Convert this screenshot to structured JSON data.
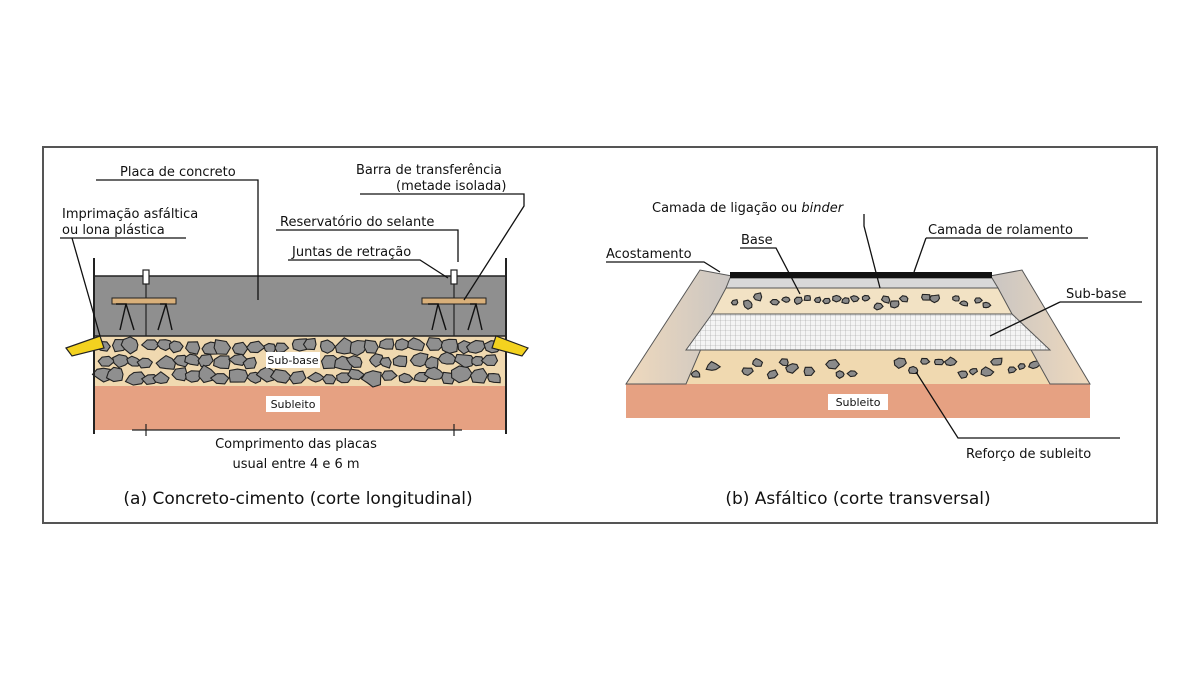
{
  "left_diagram": {
    "labels": {
      "placa": "Placa de concreto",
      "barra_1": "Barra de transferência",
      "barra_2": "(metade isolada)",
      "imprimacao_1": "Imprimação asfáltica",
      "imprimacao_2": "ou lona plástica",
      "reservatorio": "Reservatório do selante",
      "juntas": "Juntas de retração",
      "sub_base": "Sub-base",
      "subleito": "Subleito",
      "comprimento_1": "Comprimento das placas",
      "comprimento_2": "usual entre 4 e 6 m"
    },
    "caption": "(a) Concreto-cimento (corte longitudinal)"
  },
  "right_diagram": {
    "labels": {
      "camada_ligacao": "Camada de ligação ou ",
      "camada_ligacao_em": "binder",
      "base": "Base",
      "camada_rolamento": "Camada de rolamento",
      "acostamento": "Acostamento",
      "sub_base": "Sub-base",
      "subleito": "Subleito",
      "reforco": "Reforço de subleito"
    },
    "caption": "(b) Asfáltico (corte transversal)"
  },
  "colors": {
    "concrete": "#8f8f8f",
    "subleito": "#e6a182",
    "stone": "#8a8a8a",
    "sand": "#f0d9b0",
    "shoulder": "#e2cdb8",
    "transfer_bar": "#d9b07a"
  }
}
